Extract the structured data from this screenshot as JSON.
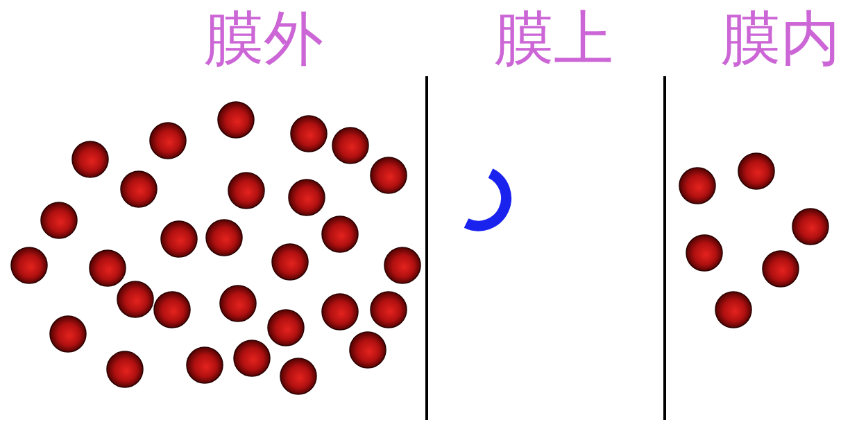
{
  "diagram": {
    "labels": [
      "膜外",
      "膜上",
      "膜内"
    ]
  }
}
